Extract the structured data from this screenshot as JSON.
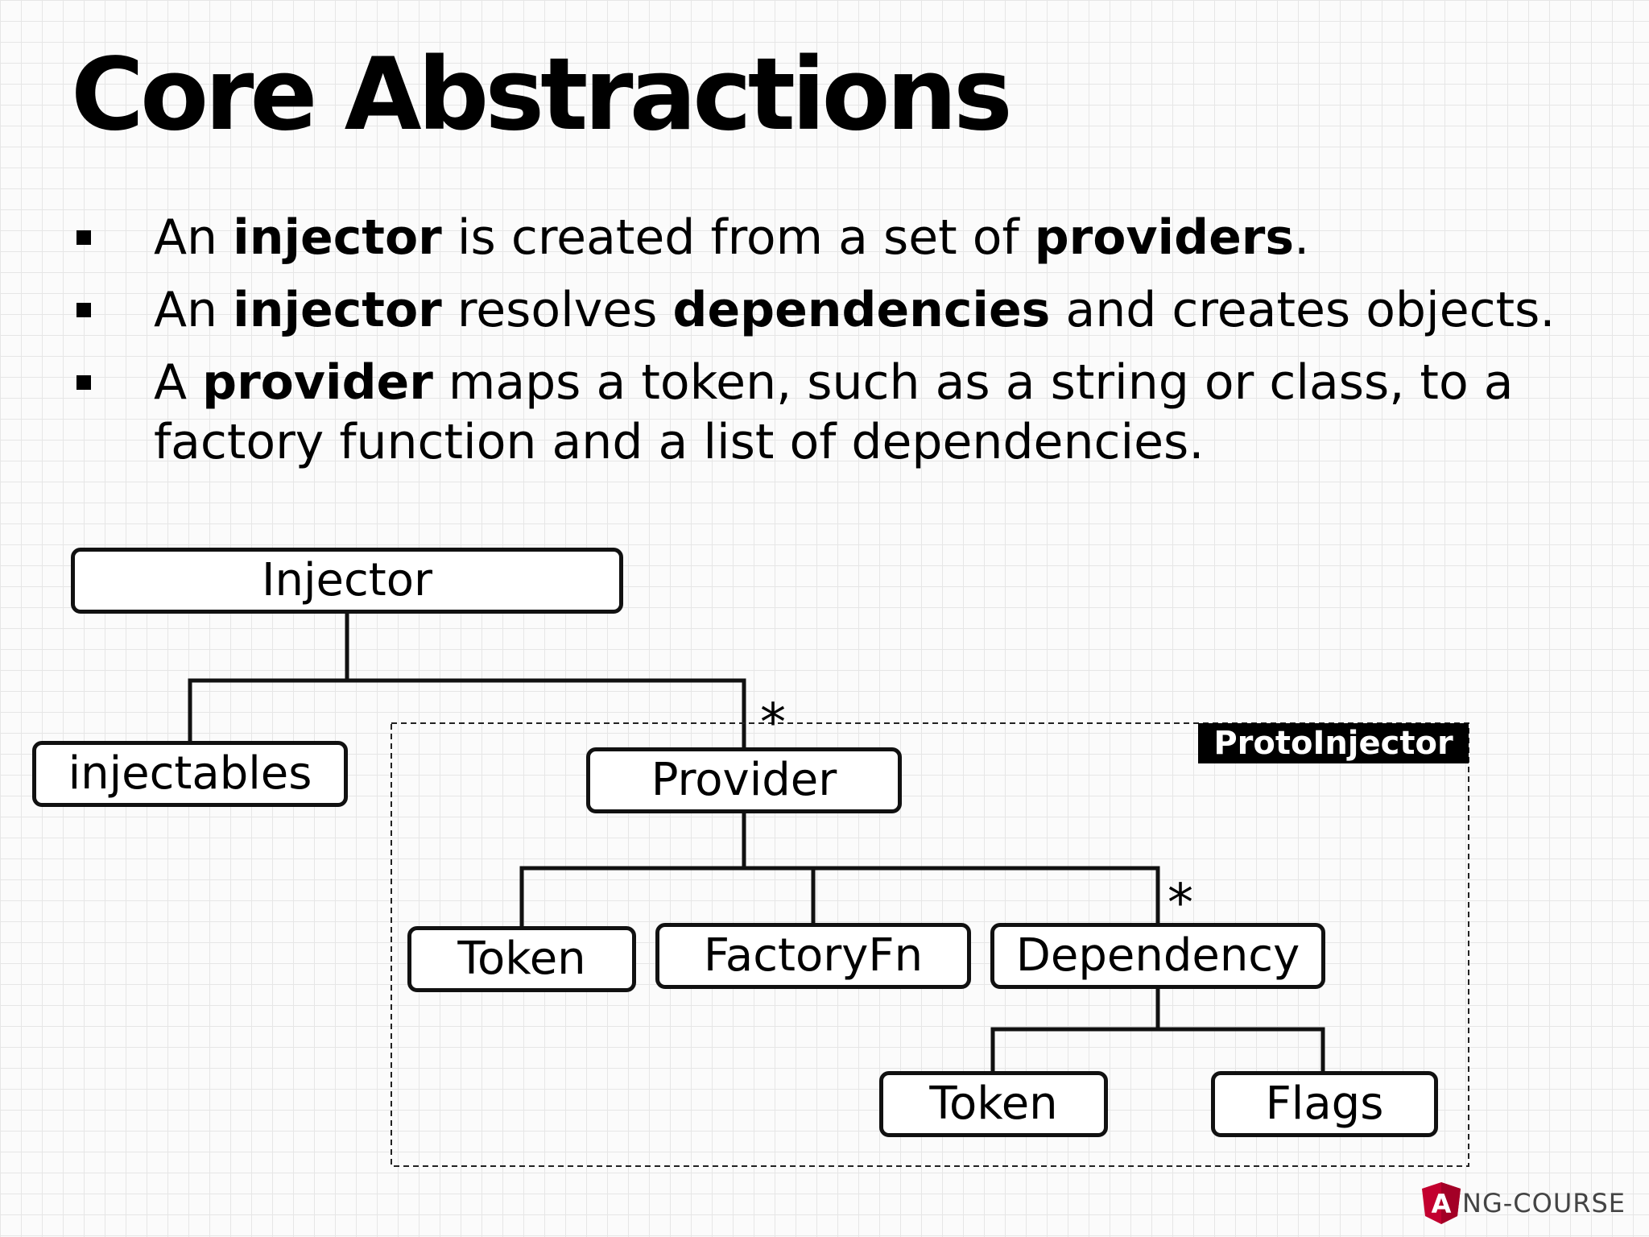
{
  "slide": {
    "title": "Core Abstractions",
    "bullets": [
      [
        {
          "text": "An ",
          "bold": false
        },
        {
          "text": "injector",
          "bold": true
        },
        {
          "text": " is created from a set of ",
          "bold": false
        },
        {
          "text": "providers",
          "bold": true
        },
        {
          "text": ".",
          "bold": false
        }
      ],
      [
        {
          "text": "An ",
          "bold": false
        },
        {
          "text": "injector",
          "bold": true
        },
        {
          "text": " resolves ",
          "bold": false
        },
        {
          "text": "dependencies",
          "bold": true
        },
        {
          "text": " and creates objects.",
          "bold": false
        }
      ],
      [
        {
          "text": "A ",
          "bold": false
        },
        {
          "text": "provider",
          "bold": true
        },
        {
          "text": " maps a token, such as a string or class, to a factory function and a list of dependencies.",
          "bold": false
        }
      ]
    ]
  },
  "diagram": {
    "nodes": {
      "injector": "Injector",
      "injectables": "injectables",
      "provider": "Provider",
      "token": "Token",
      "factory_fn": "FactoryFn",
      "dependency": "Dependency",
      "dep_token": "Token",
      "flags": "Flags"
    },
    "multiplicity_provider": "*",
    "multiplicity_dependency": "*",
    "group_label": "ProtoInjector"
  },
  "logo": {
    "letter": "A",
    "text": "NG-COURSE"
  }
}
